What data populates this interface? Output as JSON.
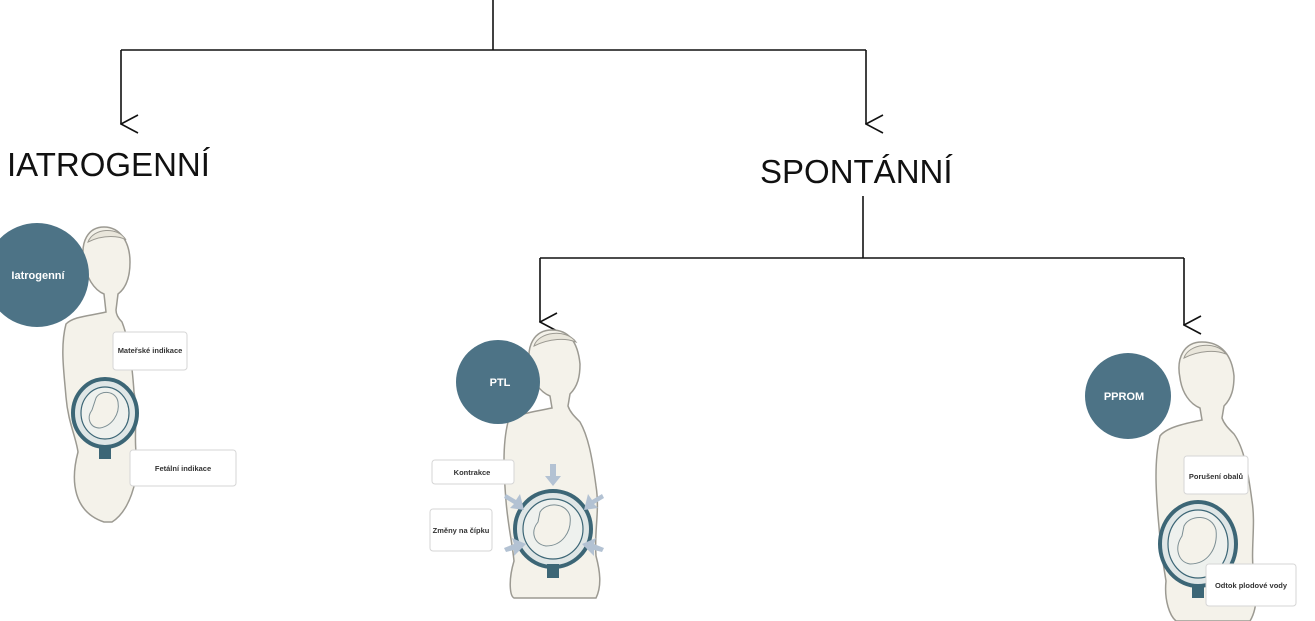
{
  "diagram": {
    "headings": {
      "left": "IATROGENNÍ",
      "right": "SPONTÁNNÍ"
    },
    "panels": {
      "iatrogenic": {
        "circle_label": "Iatrogenní",
        "boxes": [
          "Mateřské indikace",
          "Fetální indikace"
        ]
      },
      "ptl": {
        "circle_label": "PTL",
        "boxes": [
          "Kontrakce",
          "Změny na čípku"
        ]
      },
      "pprom": {
        "circle_label": "PPROM",
        "boxes": [
          "Porušení obalů",
          "Odtok plodové vody"
        ]
      }
    },
    "colors": {
      "circle": "#4d7386",
      "skin": "#f4f2ea",
      "outline": "#9c9a92",
      "uterus": "#3c6676",
      "arrows": "#b3c2d3",
      "lines": "#111111"
    }
  }
}
